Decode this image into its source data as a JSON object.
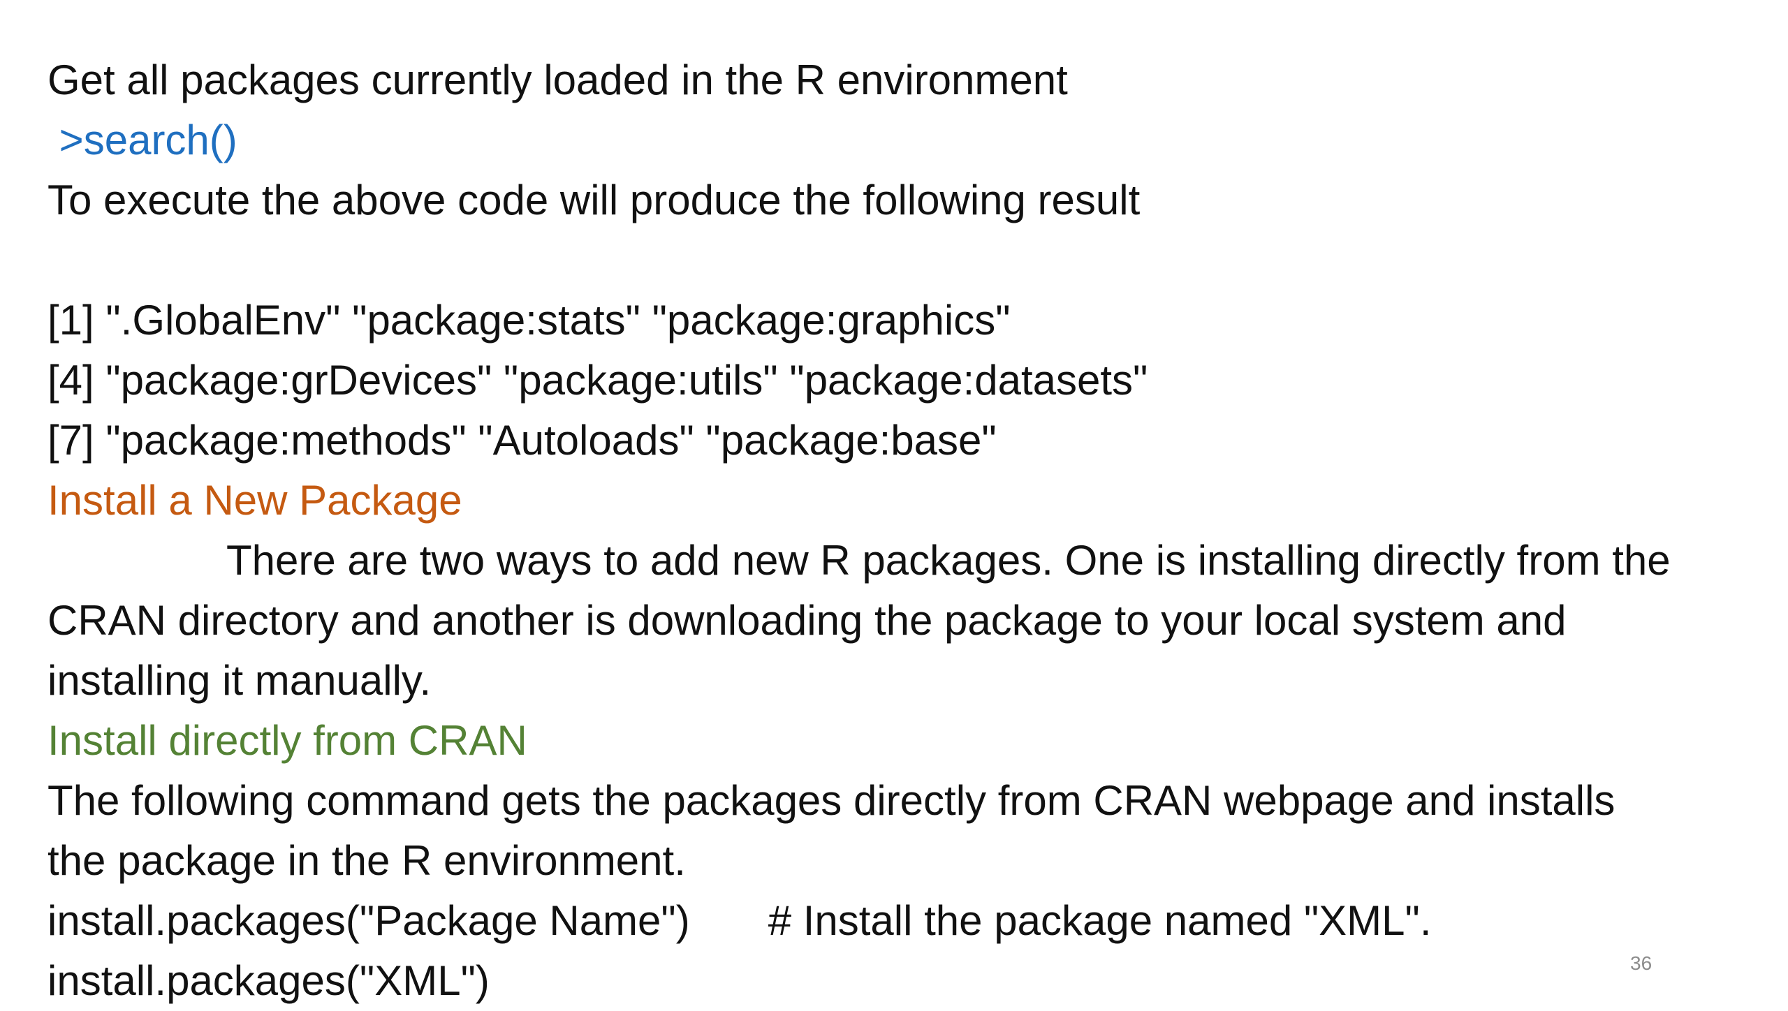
{
  "slide": {
    "line1": "Get all packages currently loaded in the R environment",
    "code_search": ">search()",
    "line3": "To execute the above code will produce the following result",
    "result": [
      "[1] \".GlobalEnv\" \"package:stats\" \"package:graphics\"",
      "[4] \"package:grDevices\" \"package:utils\" \"package:datasets\"",
      "[7] \"package:methods\" \"Autoloads\" \"package:base\""
    ],
    "heading_install": "Install a New Package",
    "paragraph_lines": [
      "There are two ways to add new R packages. One is installing directly from the",
      "CRAN directory and another is downloading the package to your local system and",
      "installing it manually."
    ],
    "heading_cran": "Install directly from CRAN",
    "cran_lines": [
      "The following command gets the packages directly from CRAN webpage and installs",
      "the package in the R environment."
    ],
    "code_install_generic": "install.packages(\"Package Name\")",
    "code_comment": "# Install the package named \"XML\".",
    "code_install_xml": "install.packages(\"XML\")",
    "page_number": "36"
  },
  "colors": {
    "text": "#111111",
    "code_blue": "#1f6fc0",
    "heading_orange": "#c55a11",
    "heading_green": "#548235",
    "page_number": "#8c8c8c"
  }
}
